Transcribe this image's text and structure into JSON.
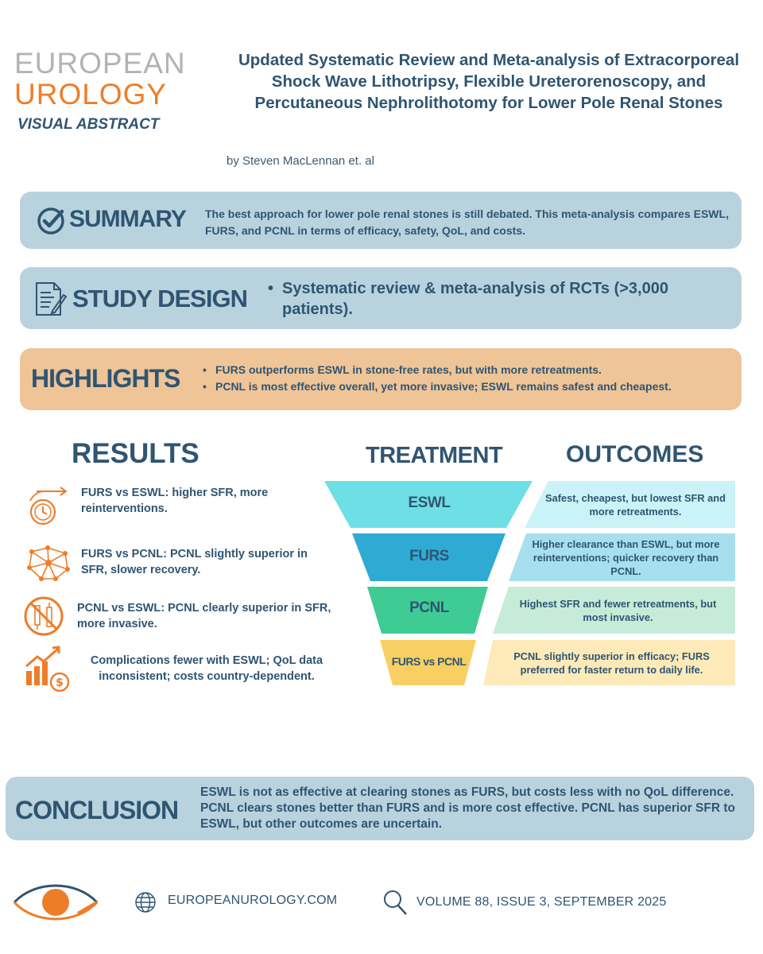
{
  "logo": {
    "line1": "EUROPEAN",
    "line2": "UROLOGY",
    "line3": "VISUAL ABSTRACT"
  },
  "title": "Updated Systematic Review and Meta-analysis of Extracorporeal Shock Wave Lithotripsy, Flexible Ureterorenoscopy, and Percutaneous Nephrolithotomy for Lower Pole Renal Stones",
  "byline": "by Steven MacLennan et. al",
  "summary": {
    "label": "SUMMARY",
    "text": "The best approach for lower pole renal stones is still debated. This meta-analysis compares ESWL, FURS, and PCNL in terms of efficacy, safety, QoL, and costs."
  },
  "study_design": {
    "label": "STUDY DESIGN",
    "bullet": "•",
    "text": "Systematic review & meta-analysis of RCTs (>3,000 patients)."
  },
  "highlights": {
    "label": "HIGHLIGHTS",
    "items": [
      "FURS outperforms ESWL in stone-free rates, but with more retreatments.",
      "PCNL is most effective overall, yet more invasive; ESWL remains safest and cheapest."
    ]
  },
  "results": {
    "heading": "RESULTS",
    "items": [
      {
        "text": "FURS vs ESWL: higher SFR, more reinterventions.",
        "icon": "clock-arrow-icon"
      },
      {
        "text": "FURS vs PCNL: PCNL slightly superior in SFR, slower recovery.",
        "icon": "network-icon"
      },
      {
        "text": "PCNL vs ESWL: PCNL clearly superior in SFR, more invasive.",
        "icon": "no-instruments-icon"
      },
      {
        "text": "Complications fewer with ESWL; QoL data inconsistent; costs country-dependent.",
        "icon": "cost-chart-icon"
      }
    ]
  },
  "treatment": {
    "heading": "TREATMENT",
    "levels": [
      {
        "label": "ESWL",
        "color": "#6fdfe6"
      },
      {
        "label": "FURS",
        "color": "#2faad3"
      },
      {
        "label": "PCNL",
        "color": "#3fcc94"
      },
      {
        "label": "FURS vs PCNL",
        "color": "#f8cf62"
      }
    ]
  },
  "outcomes": {
    "heading": "OUTCOMES",
    "items": [
      {
        "text": "Safest, cheapest, but lowest SFR and more retreatments.",
        "color": "#c9f3f6"
      },
      {
        "text": "Higher clearance than ESWL, but more reinterventions; quicker recovery than PCNL.",
        "color": "#a8dfee"
      },
      {
        "text": "Highest SFR and fewer retreatments, but most invasive.",
        "color": "#c6ecd9"
      },
      {
        "text": "PCNL slightly superior in efficacy; FURS preferred for faster return to daily life.",
        "color": "#fdeab8"
      }
    ]
  },
  "conclusion": {
    "label": "CONCLUSION",
    "text": "ESWL is not as effective at clearing stones as FURS, but costs less with no QoL difference. PCNL clears stones better than FURS and is more cost effective. PCNL has superior SFR to ESWL, but other outcomes are uncertain."
  },
  "footer": {
    "website": "EUROPEANUROLOGY.COM",
    "issue": "VOLUME 88, ISSUE 3, SEPTEMBER 2025"
  },
  "colors": {
    "navy": "#2f5572",
    "orange": "#ee7d2a",
    "blue_box": "#b9d3de",
    "orange_box": "#efc497"
  }
}
